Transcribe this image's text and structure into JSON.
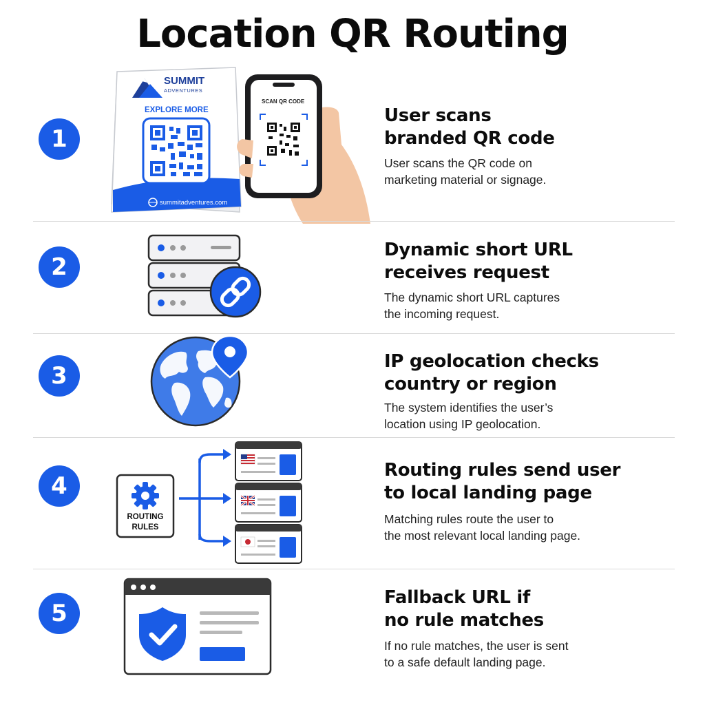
{
  "title": "Location QR Routing",
  "steps": [
    {
      "number": "1",
      "heading_line1": "User scans",
      "heading_line2": "branded QR code",
      "desc_line1": "User scans the QR code on",
      "desc_line2": "marketing material or signage."
    },
    {
      "number": "2",
      "heading_line1": "Dynamic short URL",
      "heading_line2": "receives request",
      "desc_line1": "The dynamic short URL captures",
      "desc_line2": "the incoming request."
    },
    {
      "number": "3",
      "heading_line1": "IP geolocation checks",
      "heading_line2": "country or region",
      "desc_line1": "The system identifies the user’s",
      "desc_line2": "location using IP geolocation."
    },
    {
      "number": "4",
      "heading_line1": "Routing rules send user",
      "heading_line2": "to local landing page",
      "desc_line1": "Matching rules route the user to",
      "desc_line2": "the most relevant local landing page."
    },
    {
      "number": "5",
      "heading_line1": "Fallback URL if",
      "heading_line2": "no rule matches",
      "desc_line1": "If no rule matches, the user is sent",
      "desc_line2": "to a safe default landing page."
    }
  ],
  "sign": {
    "brand_line1": "SUMMIT",
    "brand_line2": "ADVENTURES",
    "cta": "EXPLORE MORE",
    "url": "summitadventures.com"
  },
  "phone": {
    "label": "SCAN QR CODE"
  },
  "routing_box": {
    "line1": "ROUTING",
    "line2": "RULES"
  },
  "icons": {
    "sign": "tent-card-sign-icon",
    "phone": "smartphone-hand-icon",
    "server": "server-stack-icon",
    "link": "link-icon",
    "globe": "globe-icon",
    "pin": "location-pin-icon",
    "gear": "gear-icon",
    "flag_us": "us-flag-icon",
    "flag_uk": "uk-flag-icon",
    "flag_jp": "japan-flag-icon",
    "shield": "shield-check-icon",
    "browser": "browser-window-icon"
  },
  "colors": {
    "accent": "#1a5ce6",
    "dark": "#2a2a2a",
    "divider": "#d9d9d9"
  }
}
